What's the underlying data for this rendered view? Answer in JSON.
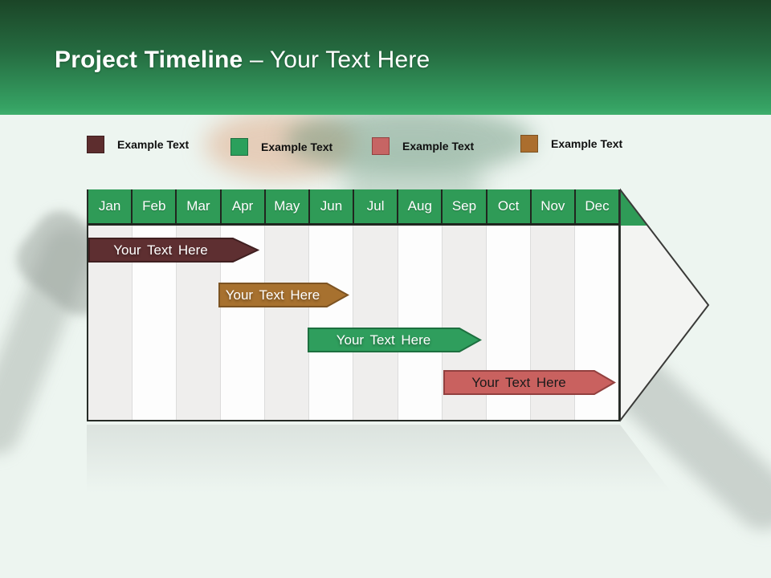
{
  "slide": {
    "title": {
      "main": "Project Timeline",
      "suffix": " – Your Text Here"
    },
    "colors": {
      "band_gradient_top": "#1b4527",
      "band_gradient_bottom": "#36a364",
      "background": "#edf5f0",
      "header_green": "#2f9b57",
      "grid_dark": "#20261f",
      "column_gray": "#efeeed",
      "column_white": "#fdfdfd",
      "tip_fill": "#f3f4f2",
      "outline": "#3a3a38"
    }
  },
  "legend": {
    "items": [
      {
        "label": "Example Text",
        "color": "#5d2d2e",
        "border": "#3f1f20"
      },
      {
        "label": "Example Text",
        "color": "#2ba05c",
        "border": "#1d6f3f"
      },
      {
        "label": "Example Text",
        "color": "#c66564",
        "border": "#92403f"
      },
      {
        "label": "Example Text",
        "color": "#ab6e2e",
        "border": "#7c5322"
      }
    ]
  },
  "chart_data": {
    "type": "gantt",
    "title": "Project Timeline – Your Text Here",
    "categories": [
      "Jan",
      "Feb",
      "Mar",
      "Apr",
      "May",
      "Jun",
      "Jul",
      "Aug",
      "Sep",
      "Oct",
      "Nov",
      "Dec"
    ],
    "axis_note": "single year, month columns Jan–Dec, alternating gray/white column stripes",
    "legend_position": "top",
    "bars": [
      {
        "row": 1,
        "label": "Your Text Here",
        "start_month": "Jan",
        "end_month": "Apr",
        "start_index": 0.0,
        "end_index": 3.9,
        "color": "#5e2f31",
        "border": "#3f1f20",
        "text_color": "#ffffff"
      },
      {
        "row": 2,
        "label": "Your Text Here",
        "start_month": "Apr",
        "end_month": "Jun",
        "start_index": 2.95,
        "end_index": 5.9,
        "color": "#a7712f",
        "border": "#7c5322",
        "text_color": "#ffffff"
      },
      {
        "row": 3,
        "label": "Your Text Here",
        "start_month": "Jun",
        "end_month": "Sep",
        "start_index": 4.95,
        "end_index": 8.9,
        "color": "#2f9e5d",
        "border": "#1d6f3f",
        "text_color": "#ffffff"
      },
      {
        "row": 4,
        "label": "Your Text Here",
        "start_month": "Sep",
        "end_month": "Dec",
        "start_index": 8.05,
        "end_index": 11.95,
        "color": "#c9615f",
        "border": "#92403f",
        "text_color": "#1b1b1b"
      }
    ]
  }
}
